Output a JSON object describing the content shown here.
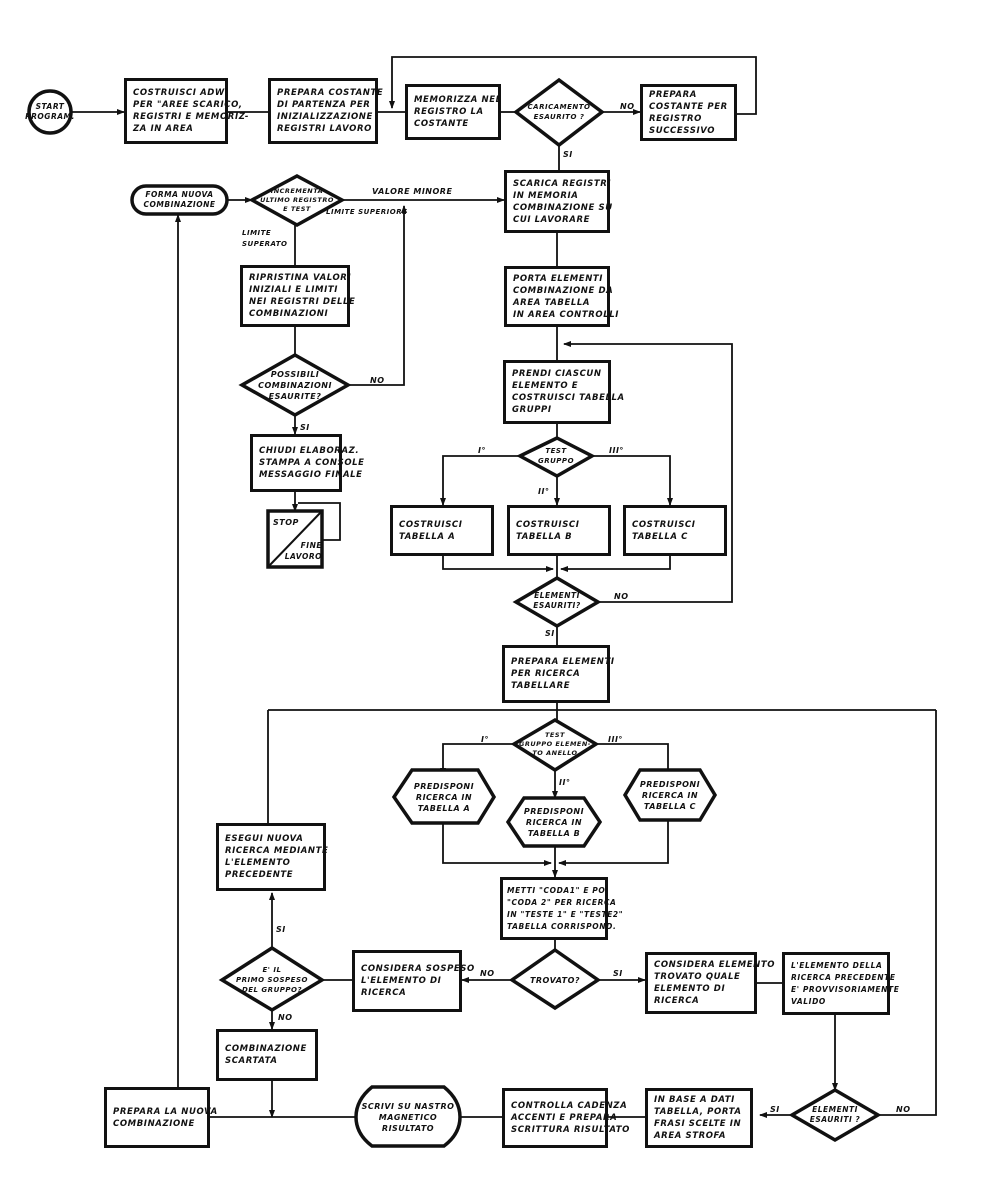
{
  "diagram": {
    "nodes": {
      "start": {
        "lines": [
          "START",
          "PROGRAM."
        ]
      },
      "build_adw": {
        "lines": [
          "COSTRUISCI ADW",
          "PER \"AREE SCARICO,",
          "REGISTRI E MEMORIZ-",
          "ZA IN AREA"
        ]
      },
      "prepare_const": {
        "lines": [
          "PREPARA COSTANTE",
          "DI PARTENZA PER",
          "INIZIALIZZAZIONE",
          "REGISTRI LAVORO"
        ]
      },
      "store_const": {
        "lines": [
          "MEMORIZZA NEL",
          "REGISTRO LA",
          "COSTANTE"
        ]
      },
      "loading_done": {
        "lines": [
          "CARICAMENTO",
          "ESAURITO ?"
        ]
      },
      "prepare_next": {
        "lines": [
          "PREPARA",
          "COSTANTE PER",
          "REGISTRO",
          "SUCCESSIVO"
        ]
      },
      "unload_regs": {
        "lines": [
          "SCARICA REGISTRI",
          "IN MEMORIA",
          "COMBINAZIONE SU",
          "CUI LAVORARE"
        ]
      },
      "form_new": {
        "lines": [
          "FORMA NUOVA",
          "COMBINAZIONE"
        ]
      },
      "increment_test": {
        "lines": [
          "INCREMENTA",
          "ULTIMO REGISTRO",
          "E TEST"
        ]
      },
      "restore_values": {
        "lines": [
          "RIPRISTINA VALORI",
          "INIZIALI E LIMITI",
          "NEI REGISTRI DELLE",
          "COMBINAZIONI"
        ]
      },
      "combos_done": {
        "lines": [
          "POSSIBILI",
          "COMBINAZIONI",
          "ESAURITE?"
        ]
      },
      "close_proc": {
        "lines": [
          "CHIUDI ELABORAZ.",
          "STAMPA A CONSOLE",
          "MESSAGGIO FINALE"
        ]
      },
      "stop": {
        "top": "STOP",
        "bottom": [
          "FINE",
          "LAVORO"
        ]
      },
      "move_elements": {
        "lines": [
          "PORTA ELEMENTI",
          "COMBINAZIONE DA",
          "AREA TABELLA",
          "IN AREA CONTROLLI"
        ]
      },
      "take_each": {
        "lines": [
          "PRENDI CIASCUN",
          "ELEMENTO E",
          "COSTRUISCI TABELLA",
          "GRUPPI"
        ]
      },
      "test_group": {
        "lines": [
          "TEST",
          "GRUPPO"
        ]
      },
      "build_a": {
        "lines": [
          "COSTRUISCI",
          "TABELLA A"
        ]
      },
      "build_b": {
        "lines": [
          "COSTRUISCI",
          "TABELLA B"
        ]
      },
      "build_c": {
        "lines": [
          "COSTRUISCI",
          "TABELLA C"
        ]
      },
      "elements_done_1": {
        "lines": [
          "ELEMENTI",
          "ESAURITI?"
        ]
      },
      "prepare_search": {
        "lines": [
          "PREPARA ELEMENTI",
          "PER RICERCA",
          "TABELLARE"
        ]
      },
      "test_group_elem": {
        "lines": [
          "TEST",
          "GRUPPO ELEMEN-",
          "TO ANELLO"
        ]
      },
      "setup_a": {
        "lines": [
          "PREDISPONI",
          "RICERCA IN",
          "TABELLA A"
        ]
      },
      "setup_b": {
        "lines": [
          "PREDISPONI",
          "RICERCA IN",
          "TABELLA B"
        ]
      },
      "setup_c": {
        "lines": [
          "PREDISPONI",
          "RICERCA IN",
          "TABELLA C"
        ]
      },
      "put_tails": {
        "lines": [
          "METTI \"CODA1\" E POI",
          "\"CODA 2\" PER RICERCA",
          "IN \"TESTE 1\" E \"TESTE2\"",
          "TABELLA CORRISPOND."
        ]
      },
      "new_search": {
        "lines": [
          "ESEGUI NUOVA",
          "RICERCA MEDIANTE",
          "L'ELEMENTO",
          "PRECEDENTE"
        ]
      },
      "found": {
        "lines": [
          "TROVATO?"
        ]
      },
      "consider_suspended": {
        "lines": [
          "CONSIDERA SOSPESO",
          "L'ELEMENTO DI",
          "RICERCA"
        ]
      },
      "first_suspended": {
        "lines": [
          "E' IL",
          "PRIMO SOSPESO",
          "DEL GRUPPO?"
        ]
      },
      "combo_discarded": {
        "lines": [
          "COMBINAZIONE",
          "SCARTATA"
        ]
      },
      "consider_found": {
        "lines": [
          "CONSIDERA ELEMENTO",
          "TROVATO QUALE",
          "ELEMENTO DI",
          "RICERCA"
        ]
      },
      "prev_valid": {
        "lines": [
          "L'ELEMENTO DELLA",
          "RICERCA PRECEDENTE",
          "E' PROVVISORIAMENTE",
          "VALIDO"
        ]
      },
      "elements_done_2": {
        "lines": [
          "ELEMENTI",
          "ESAURITI ?"
        ]
      },
      "fill_strophe": {
        "lines": [
          "IN BASE A DATI",
          "TABELLA, PORTA",
          "FRASI SCELTE IN",
          "AREA STROFA"
        ]
      },
      "check_cadence": {
        "lines": [
          "CONTROLLA CADENZA",
          "ACCENTI E PREPARA",
          "SCRITTURA RISULTATO"
        ]
      },
      "write_tape": {
        "lines": [
          "SCRIVI SU NASTRO",
          "MAGNETICO",
          "RISULTATO"
        ]
      },
      "prepare_new_combo": {
        "lines": [
          "PREPARA LA NUOVA",
          "COMBINAZIONE"
        ]
      }
    },
    "edge_labels": {
      "no_loading": "NO",
      "si_loading": "SI",
      "lesser_value": "VALORE MINORE",
      "upper_limit": "LIMITE SUPERIORE",
      "limit_exceeded_1": "LIMITE",
      "limit_exceeded_2": "SUPERATO",
      "no_combos": "NO",
      "si_combos": "SI",
      "group_i": "I°",
      "group_ii": "II°",
      "group_iii": "III°",
      "no_elements_1": "NO",
      "si_elements_1": "SI",
      "elem_i": "I°",
      "elem_ii": "II°",
      "elem_iii": "III°",
      "no_found": "NO",
      "si_found": "SI",
      "si_first": "SI",
      "no_first": "NO",
      "si_elements_2": "SI",
      "no_elements_2": "NO"
    }
  }
}
